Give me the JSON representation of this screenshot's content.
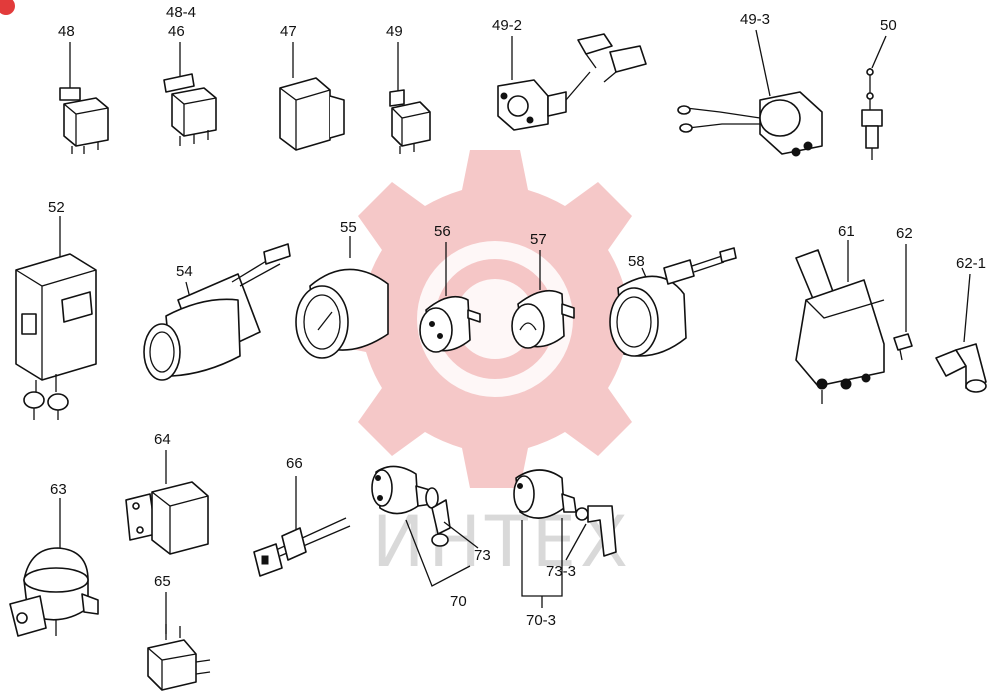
{
  "diagram": {
    "watermark_text": "ИНТЕХ",
    "watermark_color": "#f2b6b6",
    "line_color": "#111111",
    "background": "#ffffff",
    "labels": {
      "p48": "48",
      "p48_4": "48-4",
      "p46": "46",
      "p47": "47",
      "p49": "49",
      "p49_2": "49-2",
      "p49_3": "49-3",
      "p50": "50",
      "p52": "52",
      "p54": "54",
      "p55": "55",
      "p56": "56",
      "p57": "57",
      "p58": "58",
      "p61": "61",
      "p62": "62",
      "p62_1": "62-1",
      "p63": "63",
      "p64": "64",
      "p65": "65",
      "p66": "66",
      "p70": "70",
      "p73": "73",
      "p70_3": "70-3",
      "p73_3": "73-3"
    }
  }
}
